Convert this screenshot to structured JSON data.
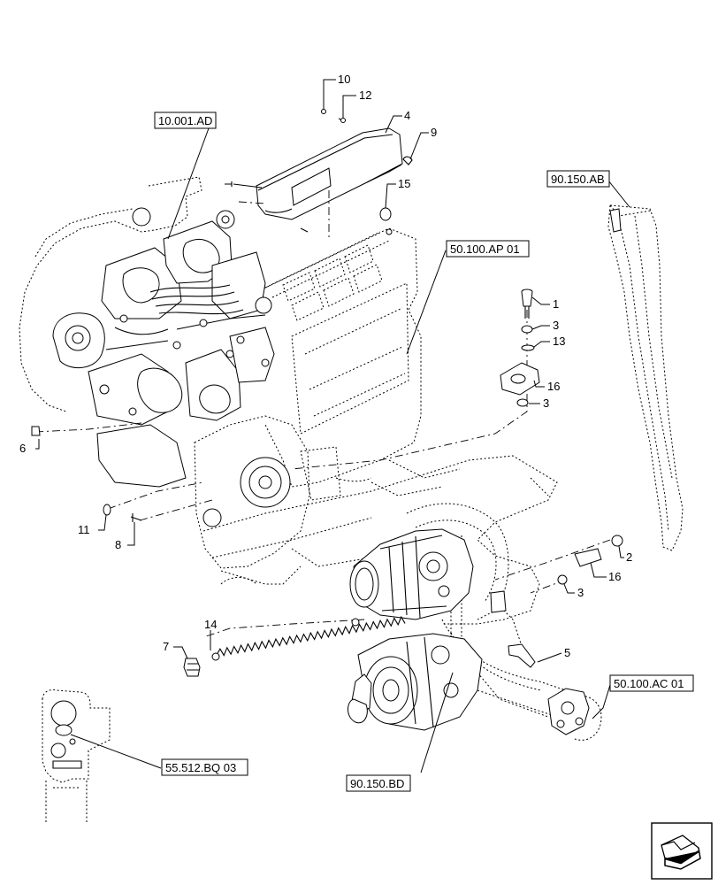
{
  "callouts": {
    "c1": "1",
    "c2": "2",
    "c3a": "3",
    "c3b": "3",
    "c3c": "3",
    "c4": "4",
    "c5": "5",
    "c6": "6",
    "c7": "7",
    "c8": "8",
    "c9": "9",
    "c10": "10",
    "c11": "11",
    "c12": "12",
    "c13": "13",
    "c14": "14",
    "c15": "15",
    "c16a": "16",
    "c16b": "16"
  },
  "references": {
    "r_10_001_ad": "10.001.AD",
    "r_90_150_ab": "90.150.AB",
    "r_50_100_ap": "50.100.AP 01",
    "r_50_100_ac": "50.100.AC 01",
    "r_55_512_bq": "55.512.BQ 03",
    "r_90_150_bd": "90.150.BD"
  },
  "nav_icon": "next-page-arrow-icon"
}
